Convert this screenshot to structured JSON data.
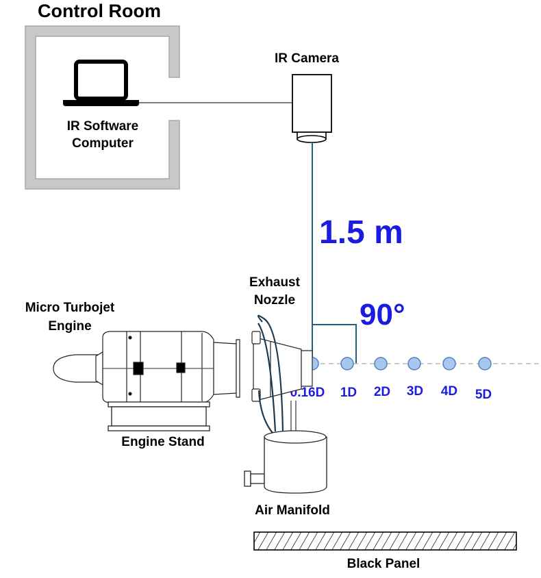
{
  "labels": {
    "control_room": "Control Room",
    "ir_camera": "IR Camera",
    "ir_software_line1": "IR Software",
    "ir_software_line2": "Computer",
    "distance": "1.5 m",
    "angle": "90°",
    "exhaust_line1": "Exhaust",
    "exhaust_line2": "Nozzle",
    "engine_line1": "Micro Turbojet",
    "engine_line2": "Engine",
    "engine_stand": "Engine Stand",
    "air_manifold": "Air Manifold",
    "black_panel": "Black Panel"
  },
  "positions": [
    "0.16D",
    "1D",
    "2D",
    "3D",
    "4D",
    "5D"
  ],
  "colors": {
    "accent_blue": "#1c1ce0",
    "point_fill": "#a9c6ec",
    "point_stroke": "#4f80c8",
    "camera_line": "#1f5f86",
    "wall": "#c8c8c8",
    "axis_dash": "#b8b8b8"
  },
  "icons": [
    "laptop-icon",
    "ir-camera-icon",
    "turbojet-engine-icon",
    "air-manifold-icon",
    "black-panel-icon"
  ]
}
